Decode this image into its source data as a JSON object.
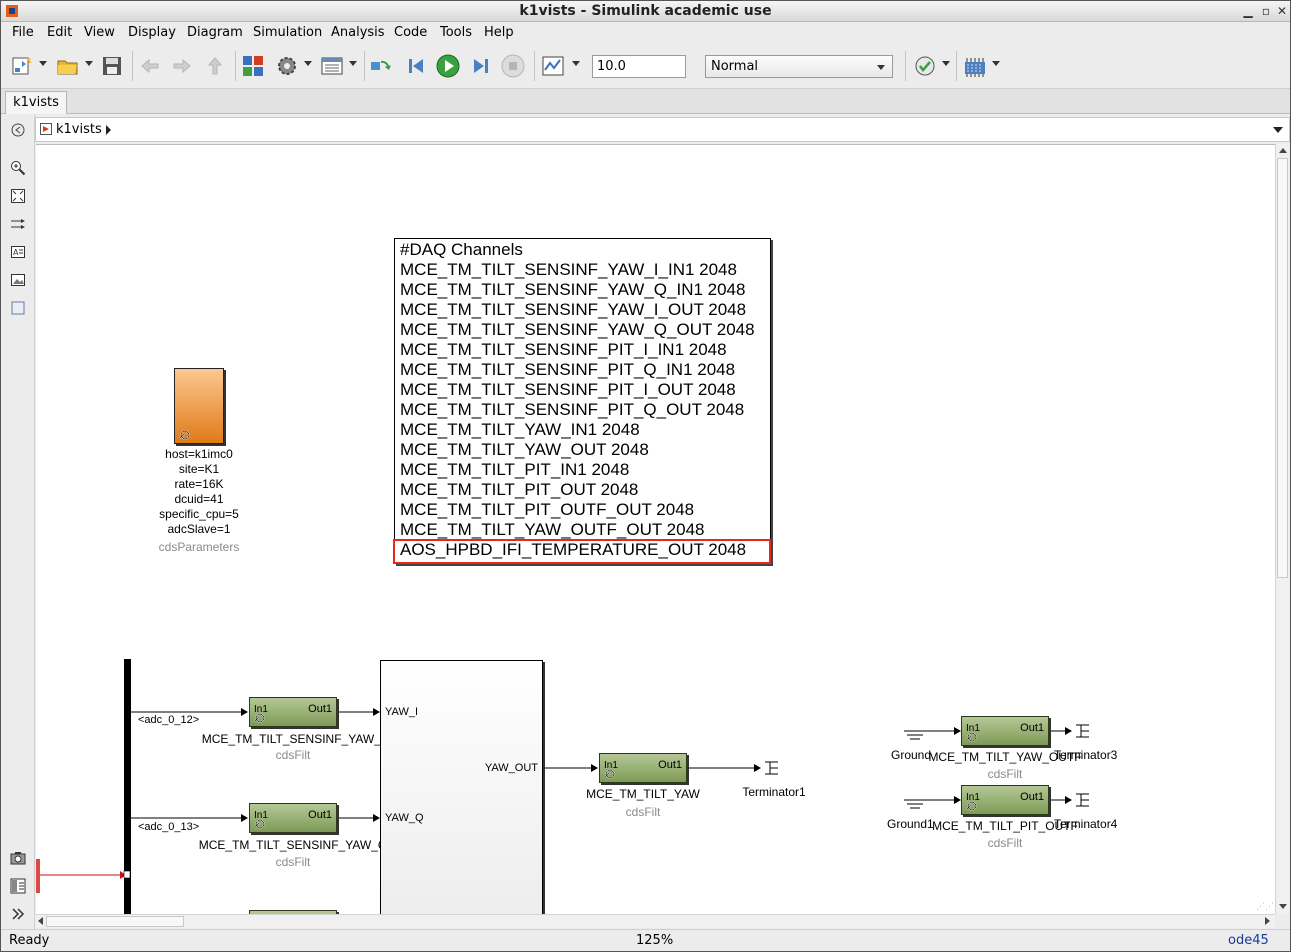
{
  "window": {
    "title": "k1vists - Simulink academic use"
  },
  "menu": [
    "File",
    "Edit",
    "View",
    "Display",
    "Diagram",
    "Simulation",
    "Analysis",
    "Code",
    "Tools",
    "Help"
  ],
  "toolbar": {
    "stop_time": "10.0",
    "sim_mode": "Normal"
  },
  "tab": {
    "label": "k1vists"
  },
  "breadcrumb": {
    "model": "k1vists"
  },
  "params_block": {
    "lines": [
      "host=k1imc0",
      "site=K1",
      "rate=16K",
      "dcuid=41",
      "specific_cpu=5",
      "adcSlave=1"
    ],
    "name": "cdsParameters",
    "color": "#f0a05a"
  },
  "daq": {
    "lines": [
      "#DAQ Channels",
      "MCE_TM_TILT_SENSINF_YAW_I_IN1 2048",
      "MCE_TM_TILT_SENSINF_YAW_Q_IN1 2048",
      "MCE_TM_TILT_SENSINF_YAW_I_OUT 2048",
      "MCE_TM_TILT_SENSINF_YAW_Q_OUT 2048",
      "MCE_TM_TILT_SENSINF_PIT_I_IN1 2048",
      "MCE_TM_TILT_SENSINF_PIT_Q_IN1 2048",
      "MCE_TM_TILT_SENSINF_PIT_I_OUT 2048",
      "MCE_TM_TILT_SENSINF_PIT_Q_OUT 2048",
      "MCE_TM_TILT_YAW_IN1 2048",
      "MCE_TM_TILT_YAW_OUT 2048",
      "MCE_TM_TILT_PIT_IN1 2048",
      "MCE_TM_TILT_PIT_OUT 2048",
      "MCE_TM_TILT_PIT_OUTF_OUT 2048",
      "MCE_TM_TILT_YAW_OUTF_OUT 2048",
      "AOS_HPBD_IFI_TEMPERATURE_OUT 2048"
    ],
    "highlight_color": "#e8281a"
  },
  "blocks": {
    "port_in": "In1",
    "port_out": "Out1",
    "lib": "cdsFilt",
    "sensinf_yaw_i": "MCE_TM_TILT_SENSINF_YAW_I",
    "sensinf_yaw_q": "MCE_TM_TILT_SENSINF_YAW_Q",
    "tilt_yaw": "MCE_TM_TILT_YAW",
    "tilt_yaw_outf": "MCE_TM_TILT_YAW_OUTF",
    "tilt_pit_outf": "MCE_TM_TILT_PIT_OUTF",
    "adc_12": "<adc_0_12>",
    "adc_13": "<adc_0_13>",
    "sub_in_yaw_i": "YAW_I",
    "sub_in_yaw_q": "YAW_Q",
    "sub_out_yaw": "YAW_OUT",
    "terminator1": "Terminator1",
    "terminator3": "Terminator3",
    "terminator4": "Terminator4",
    "ground": "Ground",
    "ground1": "Ground1"
  },
  "status": {
    "state": "Ready",
    "zoom": "125%",
    "solver": "ode45"
  }
}
